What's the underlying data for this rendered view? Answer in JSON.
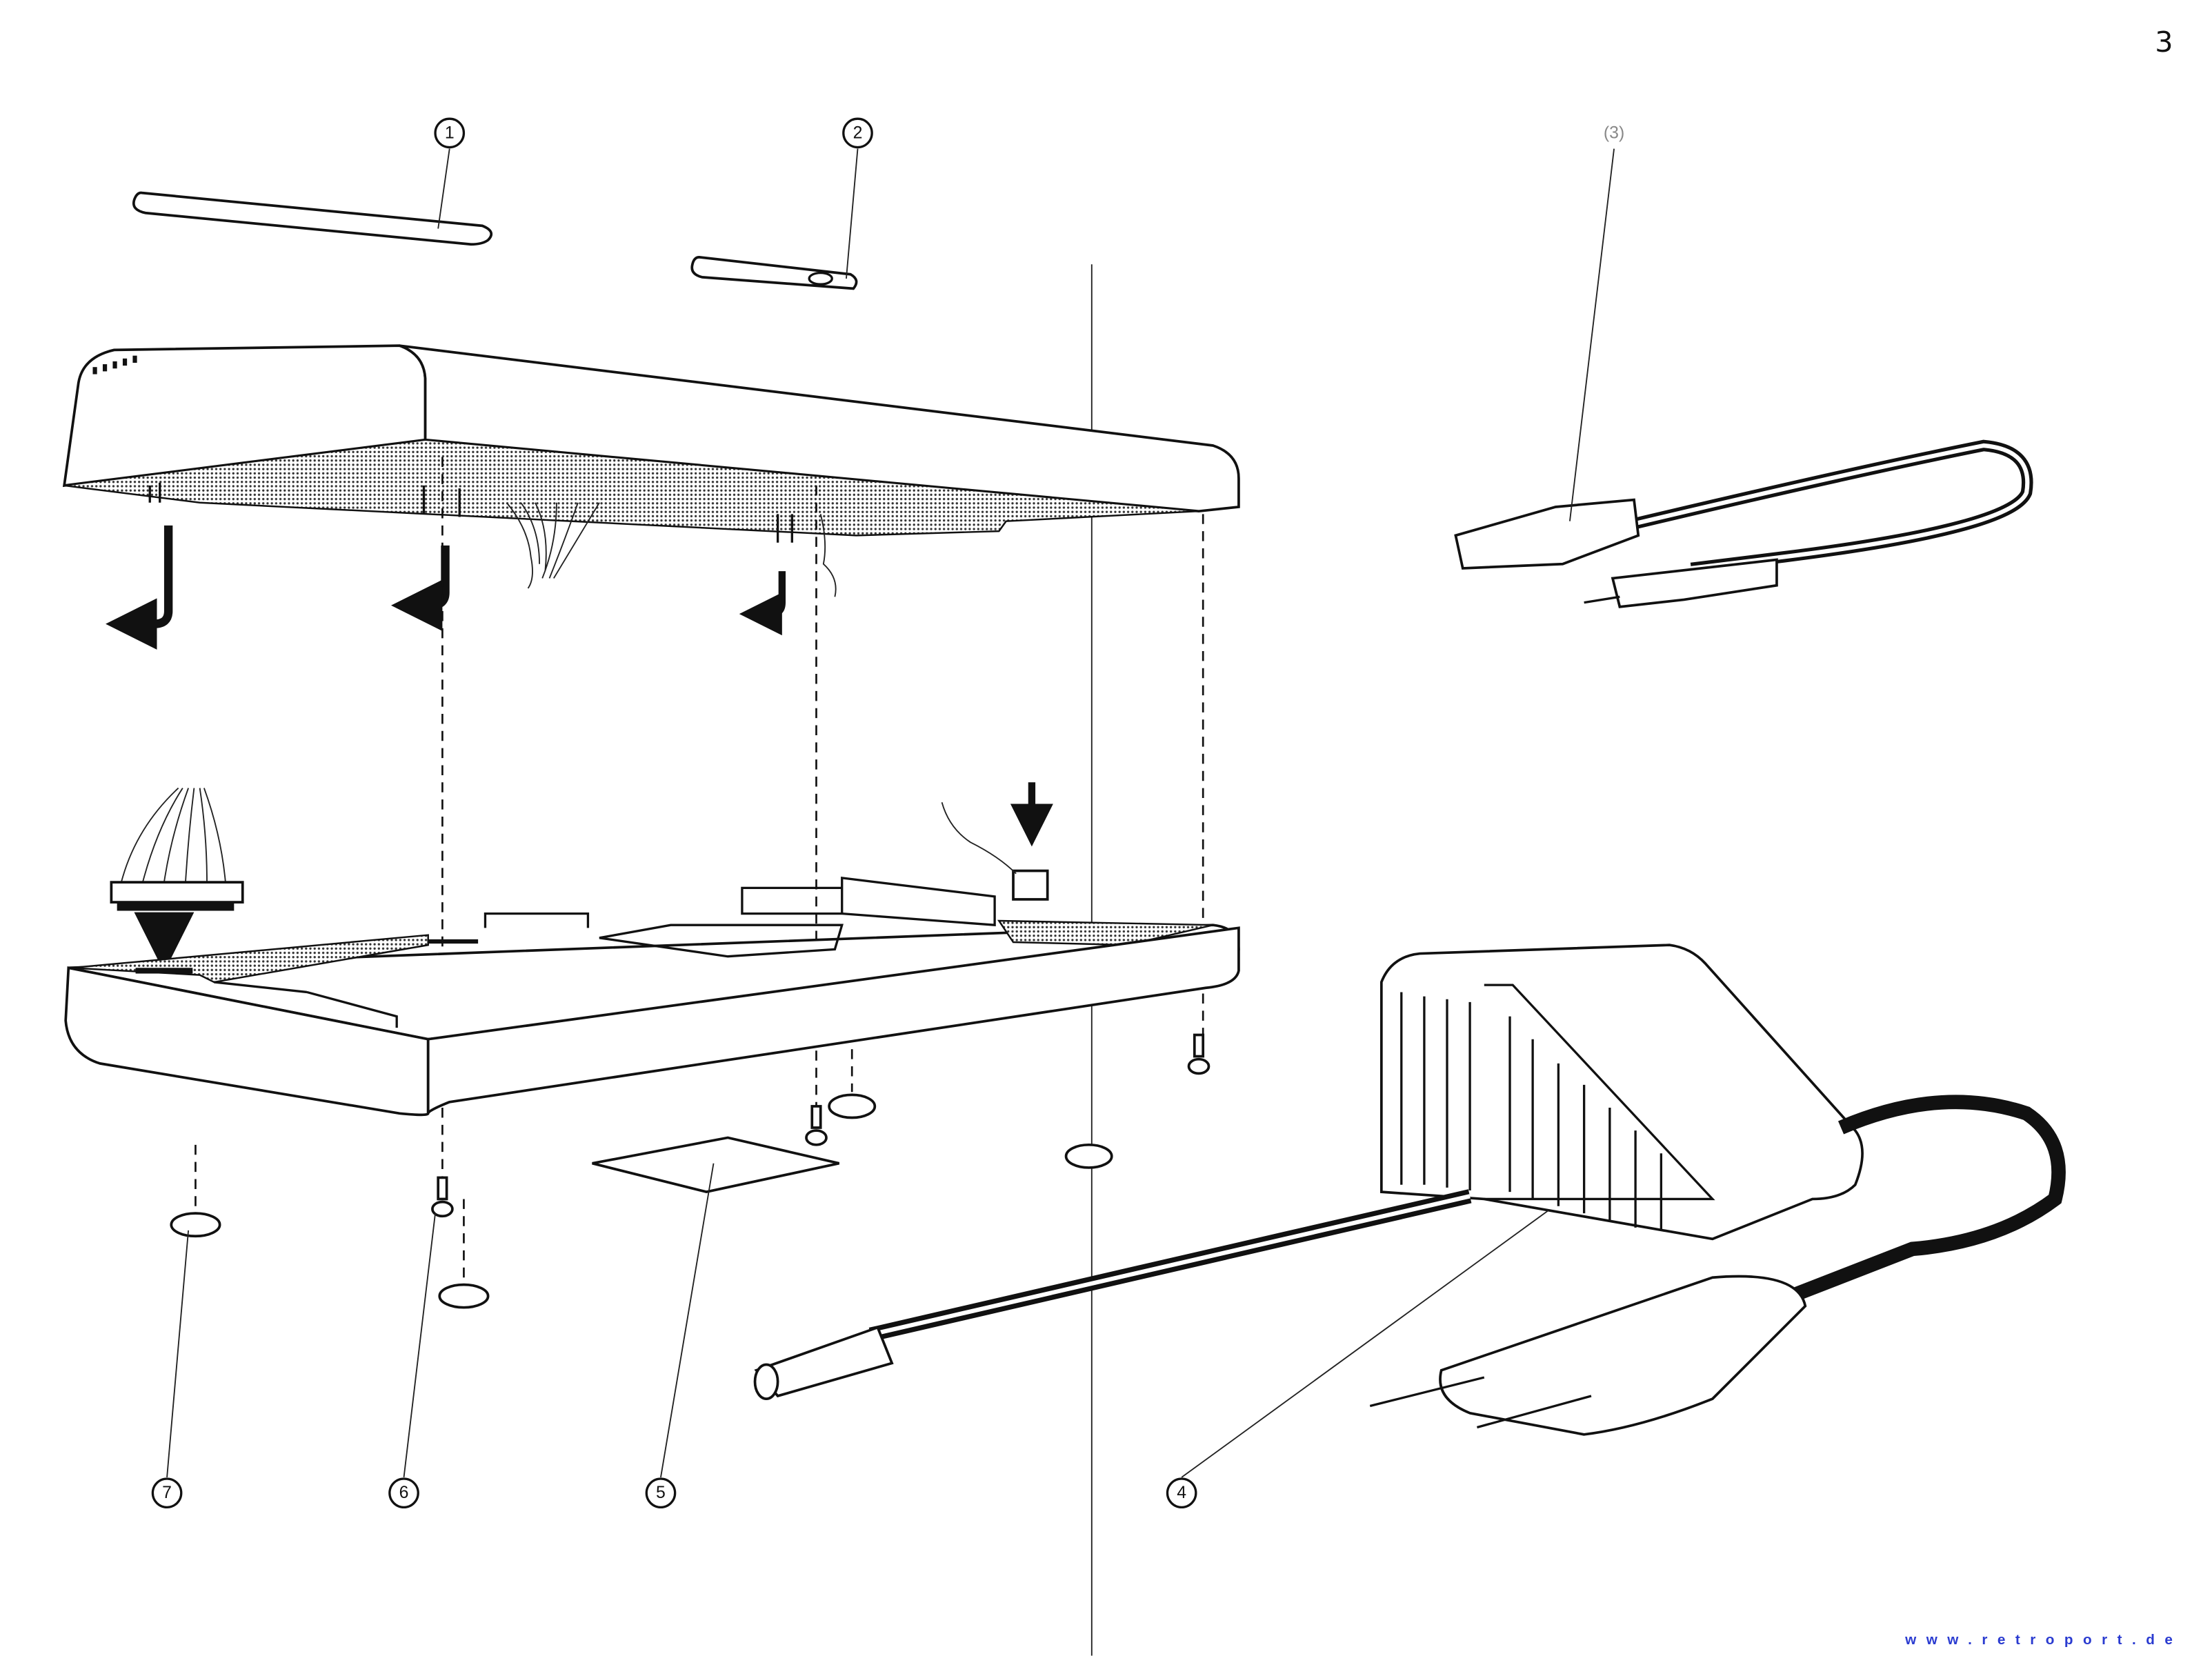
{
  "page": {
    "number": "3",
    "watermark": "www.retroport.de"
  },
  "callouts": [
    {
      "id": "1",
      "text": "1"
    },
    {
      "id": "2",
      "text": "2"
    },
    {
      "id": "3",
      "text": "(3)"
    },
    {
      "id": "4",
      "text": "4"
    },
    {
      "id": "5",
      "text": "5"
    },
    {
      "id": "6",
      "text": "6"
    },
    {
      "id": "7",
      "text": "7"
    }
  ],
  "colors": {
    "ink": "#111111",
    "watermark": "#2a3bd0",
    "paper": "#ffffff"
  }
}
